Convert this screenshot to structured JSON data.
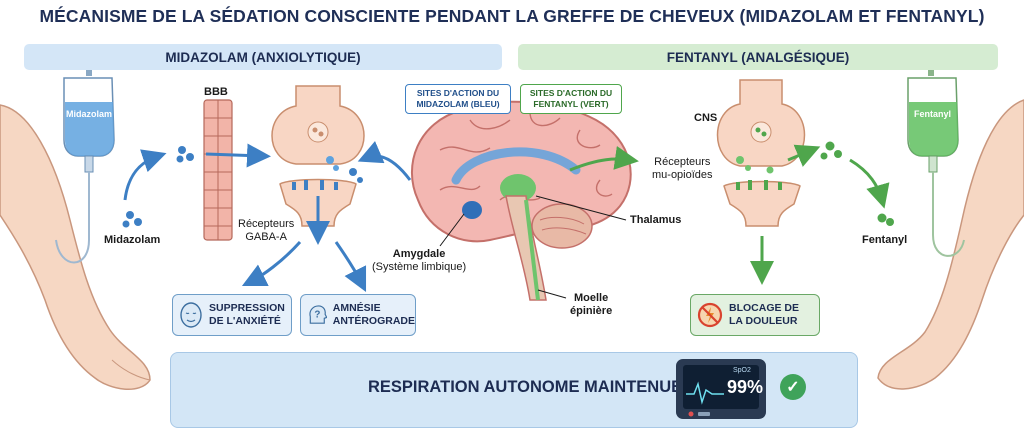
{
  "title": "MÉCANISME DE LA SÉDATION CONSCIENTE PENDANT LA GREFFE DE CHEVEUX (MIDAZOLAM ET FENTANYL)",
  "left_section": {
    "header": "MIDAZOLAM (ANXIOLYTIQUE)",
    "iv_bag_label": "Midazolam",
    "drug_label": "Midazolam",
    "bbb_label": "BBB",
    "receptor_label_1": "Récepteurs",
    "receptor_label_2": "GABA-A",
    "effect_1_line_1": "SUPPRESSION",
    "effect_1_line_2": "DE L'ANXIÉTÉ",
    "effect_2_line_1": "AMNÉSIE",
    "effect_2_line_2": "ANTÉROGRADE",
    "color": "#3d7fc4"
  },
  "right_section": {
    "header": "FENTANYL (ANALGÉSIQUE)",
    "iv_bag_label": "Fentanyl",
    "drug_label": "Fentanyl",
    "cns_label": "CNS",
    "receptor_label_1": "Récepteurs",
    "receptor_label_2": "mu-opioïdes",
    "effect_line_1": "BLOCAGE DE",
    "effect_line_2": "LA DOULEUR",
    "color": "#4fa64c"
  },
  "brain": {
    "legend_blue_1": "SITES D'ACTION DU",
    "legend_blue_2": "MIDAZOLAM (BLEU)",
    "legend_green_1": "SITES D'ACTION DU",
    "legend_green_2": "FENTANYL (VERT)",
    "amygdala_1": "Amygdale",
    "amygdala_2": "(Système limbique)",
    "thalamus": "Thalamus",
    "spinal_1": "Moelle",
    "spinal_2": "épinière"
  },
  "bottom": {
    "respiration": "RESPIRATION AUTONOME MAINTENUE",
    "spo2_label": "SpO2",
    "spo2_value": "99%"
  }
}
